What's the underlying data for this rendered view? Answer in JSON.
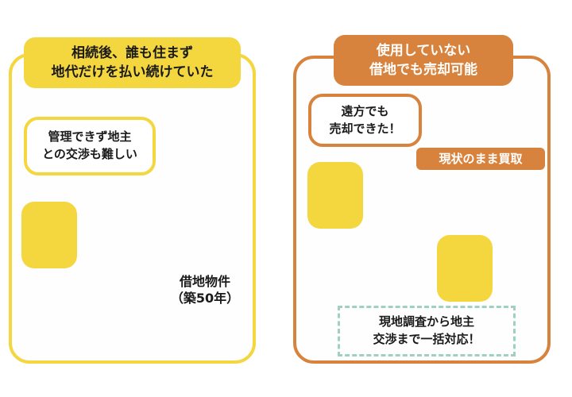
{
  "left_panel": {
    "header_line1": "相続後、誰も住まず",
    "header_line2": "地代だけを払い続けていた",
    "bubble_line1": "管理できず地主",
    "bubble_line2": "との交渉も難しい",
    "property_label_line1": "借地物件",
    "property_label_line2": "（築50年）",
    "icons": [
      "person-avatar-icon",
      "map-pin-icon",
      "house-icon",
      "dashed-double-arrow-icon",
      "japan-map"
    ]
  },
  "center": {
    "icon": "triangle-right-arrow-icon"
  },
  "right_panel": {
    "header_line1": "使用していない",
    "header_line2": "借地でも売却可能",
    "bubble_line1": "遠方でも",
    "bubble_line2": "売却できた！",
    "tag_label": "現状のまま買取",
    "dashed_box_line1": "現地調査から地主",
    "dashed_box_line2": "交渉まで一括対応！",
    "icons": [
      "person-avatar-icon",
      "smiley-icon",
      "house-icon",
      "arrow-down-icon",
      "banknote-icon",
      "staff-avatar-icon",
      "clipboard-icon",
      "map-pin-icon",
      "japan-map"
    ]
  },
  "colors": {
    "yellow": "#f4d63f",
    "orange": "#d8833d",
    "map_gray": "#5f5b5a",
    "arrow_gray": "#959595",
    "teal_dash": "#9ed0c4"
  }
}
